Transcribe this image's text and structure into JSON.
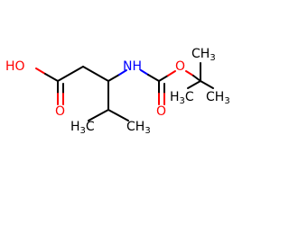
{
  "molecule": {
    "atoms": {
      "hydroxyl": "HO",
      "carbonyl_o_acid": "O",
      "amine": "NH",
      "ester_o": "O",
      "carbonyl_o_carbamate": "O",
      "methyl_left_c": "H",
      "methyl_left_c2": "C",
      "methyl_left_sub": "3",
      "methyl_right_c": "CH",
      "methyl_right_sub": "3",
      "tbu_me1_c": "CH",
      "tbu_me1_sub": "3",
      "tbu_me2_c": "CH",
      "tbu_me2_sub": "3",
      "tbu_me3_c": "H",
      "tbu_me3_c2": "C",
      "tbu_me3_sub": "3"
    },
    "colors": {
      "oxygen": "#ff0000",
      "nitrogen": "#0000ff",
      "carbon": "#000000"
    }
  }
}
